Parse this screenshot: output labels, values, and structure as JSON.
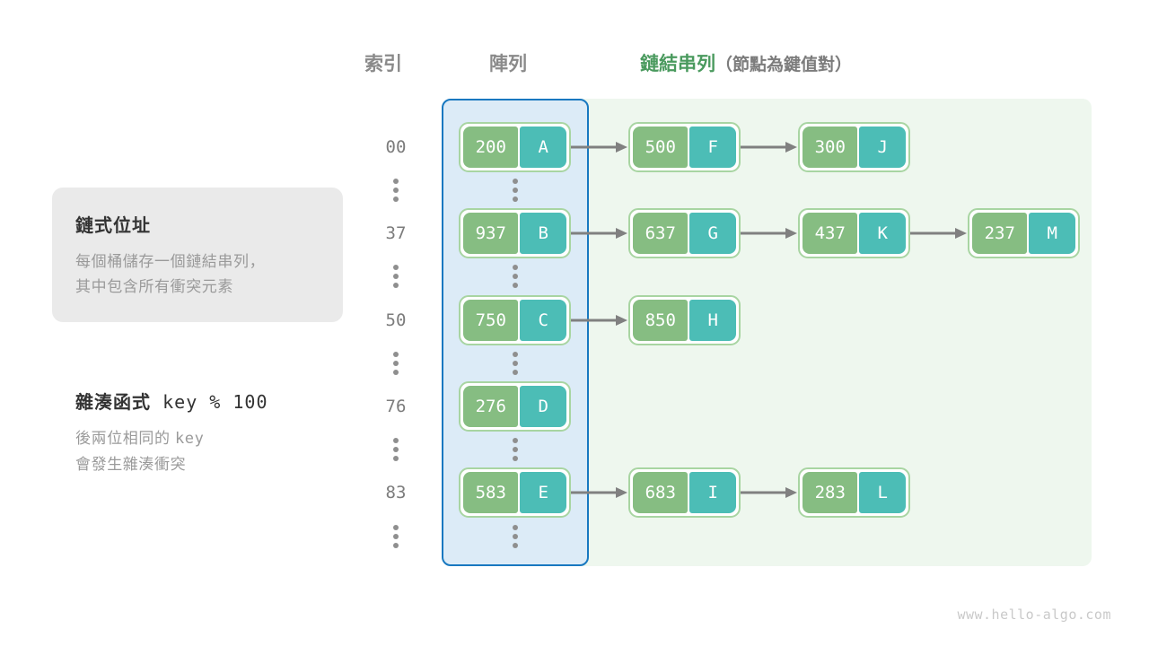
{
  "headings": {
    "index": "索引",
    "array": "陣列",
    "list_main": "鏈結串列",
    "list_sub": "（節點為鍵值對）"
  },
  "info_card": {
    "title": "鏈式位址",
    "desc_line1": "每個桶儲存一個鏈結串列，",
    "desc_line2": "其中包含所有衝突元素"
  },
  "hash_note": {
    "title_label": "雜湊函式",
    "title_expr": "key % 100",
    "desc_line1_a": "後兩位相同的",
    "desc_line1_b": "key",
    "desc_line2": "會發生雜湊衝突"
  },
  "colors": {
    "key_cell": "#86bd82",
    "value_cell": "#4cbdb6",
    "node_border": "#a8d5a2",
    "array_panel_bg": "#dcebf7",
    "array_panel_border": "#1878c0",
    "list_panel_bg": "#eef7ee",
    "heading_accent": "#4a9a5e",
    "arrow": "#808080"
  },
  "buckets": [
    {
      "index": "00",
      "nodes": [
        {
          "key": "200",
          "value": "A"
        },
        {
          "key": "500",
          "value": "F"
        },
        {
          "key": "300",
          "value": "J"
        }
      ]
    },
    {
      "index": "37",
      "nodes": [
        {
          "key": "937",
          "value": "B"
        },
        {
          "key": "637",
          "value": "G"
        },
        {
          "key": "437",
          "value": "K"
        },
        {
          "key": "237",
          "value": "M"
        }
      ]
    },
    {
      "index": "50",
      "nodes": [
        {
          "key": "750",
          "value": "C"
        },
        {
          "key": "850",
          "value": "H"
        }
      ]
    },
    {
      "index": "76",
      "nodes": [
        {
          "key": "276",
          "value": "D"
        }
      ]
    },
    {
      "index": "83",
      "nodes": [
        {
          "key": "583",
          "value": "E"
        },
        {
          "key": "683",
          "value": "I"
        },
        {
          "key": "283",
          "value": "L"
        }
      ]
    }
  ],
  "watermark": "www.hello-algo.com"
}
